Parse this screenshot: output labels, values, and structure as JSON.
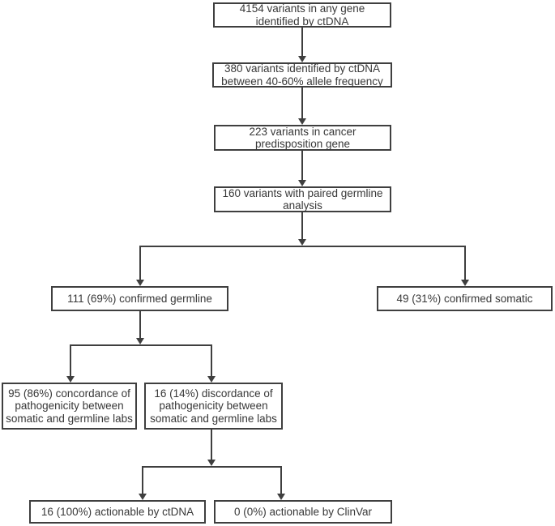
{
  "colors": {
    "line": "#3f3f3f",
    "text": "#383838",
    "background": "#ffffff"
  },
  "nodes": {
    "variants_any_gene": {
      "line1": "4154 variants in any gene",
      "line2": "identified by ctDNA"
    },
    "allele_frequency": {
      "line1": "380 variants identified by ctDNA",
      "line2": "between 40-60% allele frequency"
    },
    "cancer_predisposition": {
      "line1": "223 variants in cancer",
      "line2": "predisposition gene"
    },
    "paired_germline": {
      "line1": "160 variants with paired germline",
      "line2": "analysis"
    },
    "confirmed_germline": {
      "line1": "111 (69%) confirmed germline"
    },
    "confirmed_somatic": {
      "line1": "49 (31%) confirmed somatic"
    },
    "concordance": {
      "line1": "95 (86%) concordance of",
      "line2": "pathogenicity between",
      "line3": "somatic and germline labs"
    },
    "discordance": {
      "line1": "16 (14%) discordance of",
      "line2": "pathogenicity between",
      "line3": "somatic and germline labs"
    },
    "actionable_ctdna": {
      "line1": "16 (100%) actionable by ctDNA"
    },
    "actionable_clinvar": {
      "line1": "0 (0%) actionable by ClinVar"
    }
  }
}
